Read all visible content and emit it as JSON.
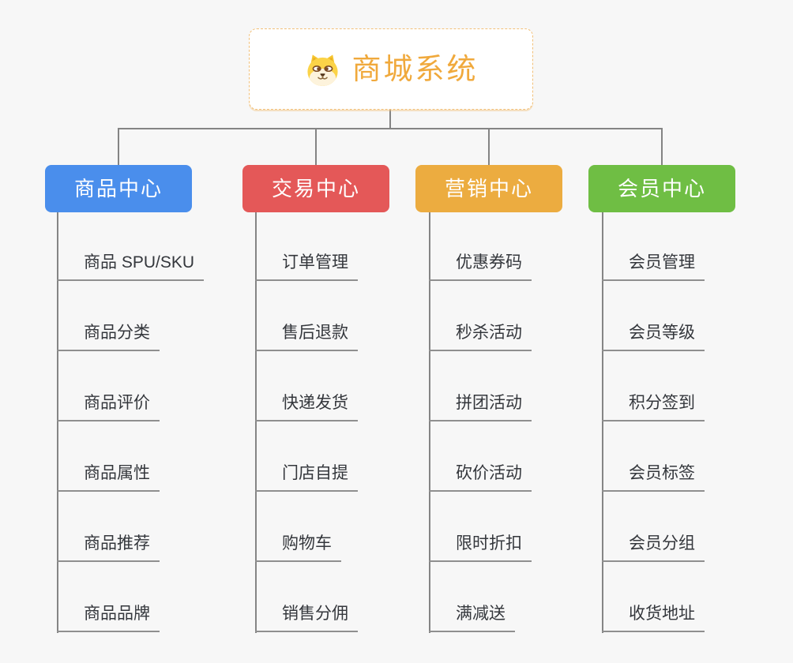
{
  "root": {
    "label": "商城系统",
    "icon": "dog-face-icon"
  },
  "colors": {
    "background": "#F7F7F7",
    "root_text": "#F0A93C",
    "root_border": "#F2C079",
    "connector_line": "#848484",
    "leaf_underline": "#8F8F8F",
    "leaf_text": "#34373C",
    "branch_product": "#4A8EEC",
    "branch_trade": "#E45858",
    "branch_marketing": "#ECAC40",
    "branch_member": "#6FBE44"
  },
  "branches": [
    {
      "label": "商品中心",
      "color": "#4A8EEC",
      "items": [
        "商品 SPU/SKU",
        "商品分类",
        "商品评价",
        "商品属性",
        "商品推荐",
        "商品品牌"
      ]
    },
    {
      "label": "交易中心",
      "color": "#E45858",
      "items": [
        "订单管理",
        "售后退款",
        "快递发货",
        "门店自提",
        "购物车",
        "销售分佣"
      ]
    },
    {
      "label": "营销中心",
      "color": "#ECAC40",
      "items": [
        "优惠券码",
        "秒杀活动",
        "拼团活动",
        "砍价活动",
        "限时折扣",
        "满减送"
      ]
    },
    {
      "label": "会员中心",
      "color": "#6FBE44",
      "items": [
        "会员管理",
        "会员等级",
        "积分签到",
        "会员标签",
        "会员分组",
        "收货地址"
      ]
    }
  ]
}
